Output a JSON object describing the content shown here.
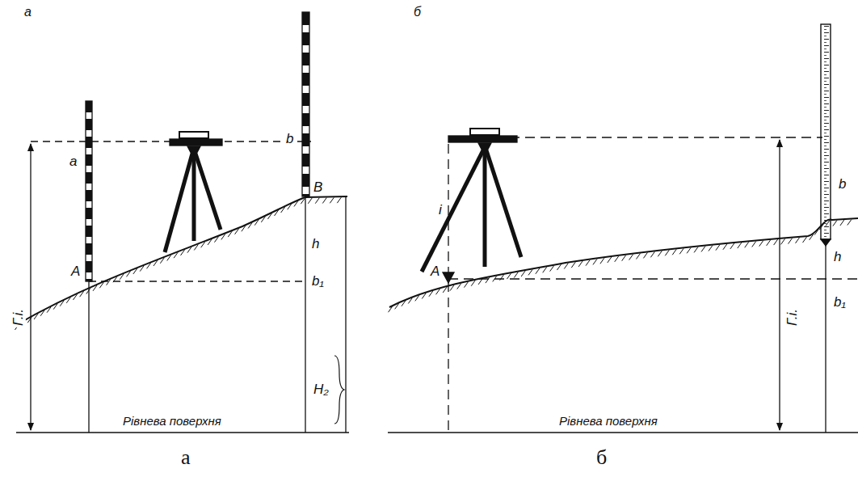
{
  "diagram": {
    "labels": [
      "а",
      "б",
      "a",
      "b",
      "B",
      "A",
      "h",
      "b₁",
      "H₂",
      "Г.і.",
      "Рівнева поверхня",
      "i",
      "b",
      "A",
      "h",
      "b₁",
      "Г.і.",
      "Рівнева поверхня",
      "а",
      "б"
    ]
  }
}
